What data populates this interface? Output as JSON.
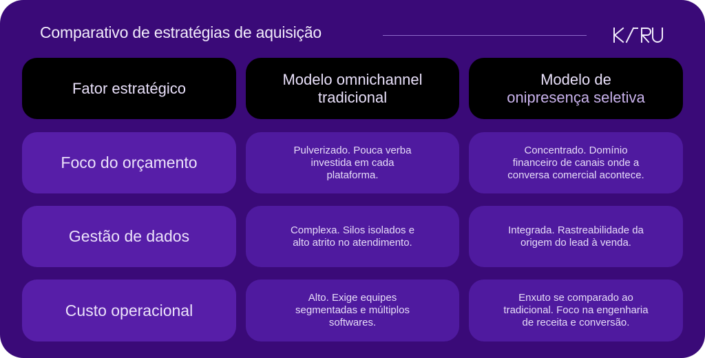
{
  "header": {
    "title": "Comparativo de estratégias de aquisição",
    "logo_text": "KARU"
  },
  "table": {
    "columns": [
      {
        "lines": [
          "Fator estratégico"
        ]
      },
      {
        "lines": [
          "Modelo omnichannel",
          "tradicional"
        ]
      },
      {
        "lines": [
          "Modelo de",
          "onipresença seletiva"
        ]
      }
    ],
    "rows": [
      {
        "factor": "Foco do orçamento",
        "traditional": [
          "Pulverizado. Pouca verba",
          "investida em cada",
          "plataforma."
        ],
        "selective": [
          "Concentrado. Domínio",
          "financeiro de canais onde a",
          "conversa comercial acontece."
        ]
      },
      {
        "factor": "Gestão de dados",
        "traditional": [
          "Complexa. Silos isolados e",
          "alto atrito no atendimento."
        ],
        "selective": [
          "Integrada. Rastreabilidade da",
          "origem do lead à venda."
        ]
      },
      {
        "factor": "Custo operacional",
        "traditional": [
          "Alto. Exige equipes",
          "segmentadas e múltiplos",
          "softwares."
        ],
        "selective": [
          "Enxuto se comparado ao",
          "tradicional. Foco na engenharia",
          "de receita e conversão."
        ]
      }
    ]
  },
  "colors": {
    "background": "#3a0a78",
    "header_card": "#000000",
    "factor_card": "#571ea8",
    "body_card": "#4f1a9f",
    "text": "#ece3fb",
    "accent_text": "#c9b2ec"
  }
}
